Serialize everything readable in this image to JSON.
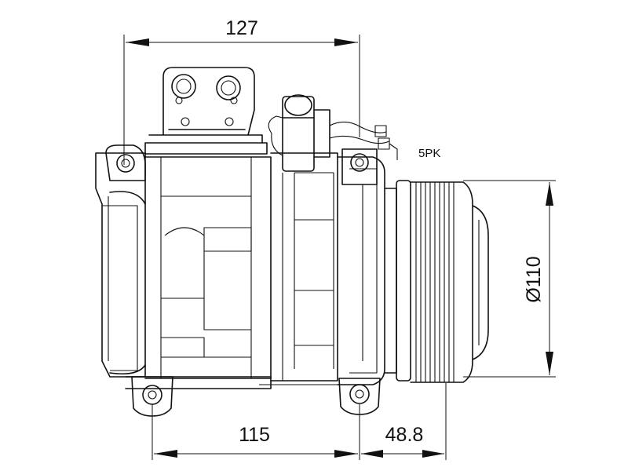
{
  "dimensions": {
    "top_width": "127",
    "bottom_width": "115",
    "clutch_offset": "48.8",
    "pulley_diameter": "Ø110"
  },
  "belt_profile": "5PK"
}
